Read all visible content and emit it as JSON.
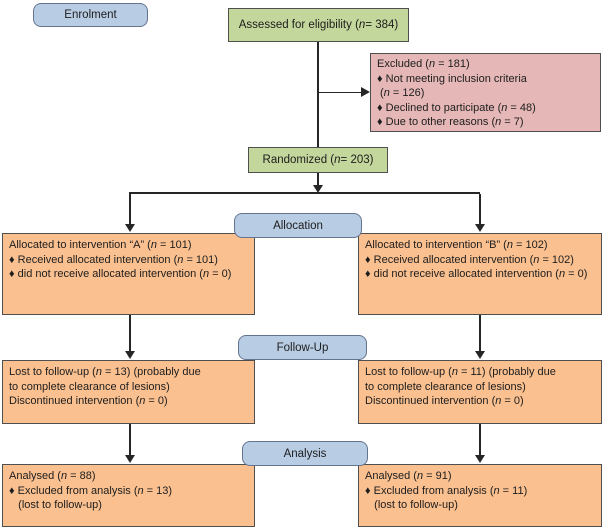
{
  "diagram": {
    "stages": {
      "enrolment": "Enrolment",
      "allocation": "Allocation",
      "followup": "Follow-Up",
      "analysis": "Analysis"
    },
    "boxes": {
      "assessed": {
        "text": "Assessed for eligibility (n = 384)"
      },
      "excluded": {
        "lines": [
          "Excluded (n = 181)",
          "♦ Not meeting inclusion criteria",
          " (n = 126)",
          "♦ Declined to participate (n = 48)",
          "♦ Due to other reasons (n = 7)"
        ]
      },
      "randomized": {
        "text": "Randomized (n = 203)"
      },
      "alloc_a": {
        "lines": [
          "Allocated to intervention “A” (n = 101)",
          "♦ Received allocated intervention (n = 101)",
          "♦ did not receive allocated intervention (n = 0)"
        ]
      },
      "alloc_b": {
        "lines": [
          "Allocated to intervention “B” (n = 102)",
          "♦ Received allocated intervention (n = 102)",
          "♦ did not receive allocated intervention (n = 0)"
        ]
      },
      "followup_a": {
        "lines": [
          "Lost to follow-up (n = 13) (probably due",
          "to complete clearance of lesions)",
          "Discontinued intervention (n = 0)"
        ]
      },
      "followup_b": {
        "lines": [
          "Lost to follow-up (n = 11) (probably due",
          "to complete clearance of lesions)",
          "Discontinued intervention (n = 0)"
        ]
      },
      "analysis_a": {
        "lines": [
          "Analysed (n = 88)",
          "♦ Excluded from analysis (n = 13)",
          "   (lost to follow-up)"
        ]
      },
      "analysis_b": {
        "lines": [
          "Analysed (n = 91)",
          "♦ Excluded from analysis (n = 11)",
          "   (lost to follow-up)"
        ]
      }
    },
    "colors": {
      "stage_fill": "#b8cce4",
      "stage_border": "#64748f",
      "eligibility_fill": "#c3d69b",
      "excluded_fill": "#e5b8b7",
      "intervention_fill": "#fac090",
      "box_border": "#4f4f4f",
      "arrow": "#262626"
    }
  }
}
